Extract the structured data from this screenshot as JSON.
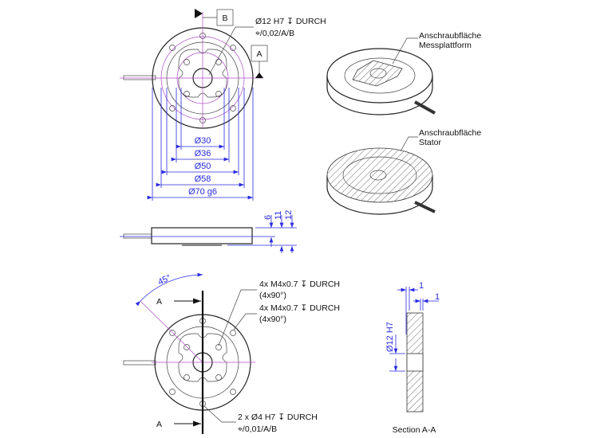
{
  "top_view": {
    "datum_b": "B",
    "datum_a": "A",
    "bore_callout": "Ø12 H7 ↧ DURCH",
    "bore_tolerance": "⌖/0,02/A/B",
    "dims": [
      "Ø30",
      "Ø36",
      "Ø50",
      "Ø58",
      "Ø70 g6"
    ]
  },
  "side_view": {
    "dims": [
      "6",
      "11",
      "12"
    ]
  },
  "iso_top": {
    "label_line1": "Anschraubfläche",
    "label_line2": "Messplattform"
  },
  "iso_bottom": {
    "label_line1": "Anschraubfläche",
    "label_line2": "Stator"
  },
  "bottom_view": {
    "angle": "45°",
    "section_a_top": "A",
    "section_a_bottom": "A",
    "callout1_line1": "4x M4x0.7 ↧ DURCH",
    "callout1_line2": "(4x90°)",
    "callout2_line1": "4x M4x0.7 ↧ DURCH",
    "callout2_line2": "(4x90°)",
    "pin_callout": "2 x Ø4 H7 ↧ DURCH",
    "pin_tolerance": "⌖/0,01/A/B"
  },
  "section_view": {
    "dim_left": "1",
    "dim_right": "1",
    "bore": "Ø12 H7",
    "title": "Section A-A"
  }
}
